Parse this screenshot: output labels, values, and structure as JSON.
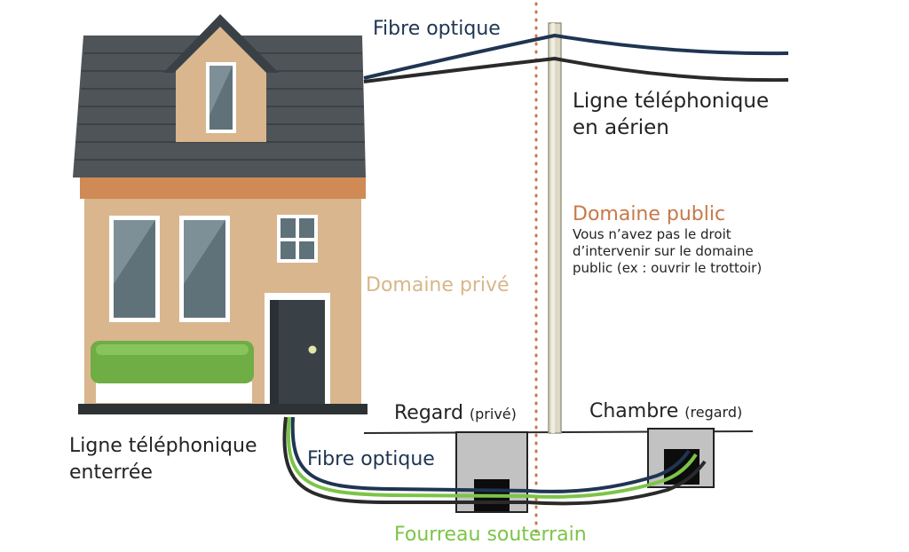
{
  "labels": {
    "fibre_top": "Fibre optique",
    "ligne_aerien_line1": "Ligne téléphonique",
    "ligne_aerien_line2": "en aérien",
    "domaine_public_title": "Domaine public",
    "domaine_public_line1": "Vous n’avez pas le droit",
    "domaine_public_line2": "d’intervenir sur le domaine",
    "domaine_public_line3": "public (ex : ouvrir le trottoir)",
    "domaine_prive": "Domaine privé",
    "regard_main": "Regard",
    "regard_sub": "(privé)",
    "chambre_main": "Chambre",
    "chambre_sub": "(regard)",
    "ligne_enterree_line1": "Ligne téléphonique",
    "ligne_enterree_line2": "enterrée",
    "fibre_bottom": "Fibre optique",
    "fourreau": "Fourreau souterrain"
  },
  "colors": {
    "roof": "#4e5458",
    "wall": "#d9b68e",
    "trim": "#d08a55",
    "window_glass": "#5f7279",
    "door": "#3a4146",
    "bush": "#6fad45",
    "pole": "#ddd9c4",
    "fibre_cable": "#1f3552",
    "phone_cable": "#2a2a2a",
    "conduit": "#7cc447",
    "pit": "#c2c2c2",
    "divider": "#c8784a"
  }
}
